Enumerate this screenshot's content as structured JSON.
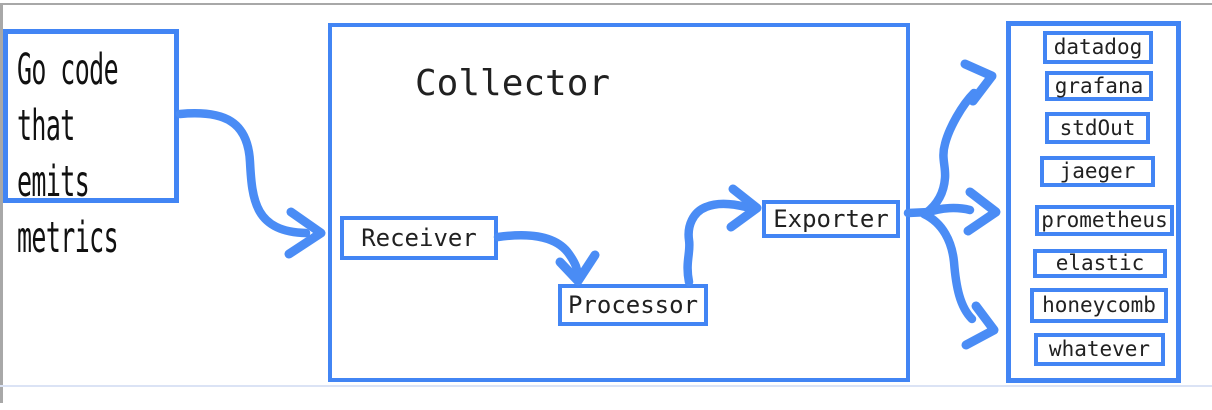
{
  "source_note": {
    "lines": [
      "Go code",
      "that emits",
      "metrics"
    ],
    "full_text": "Go code that emits metrics"
  },
  "collector": {
    "title": "Collector",
    "components": [
      {
        "label": "Receiver"
      },
      {
        "label": "Processor"
      },
      {
        "label": "Exporter"
      }
    ]
  },
  "exporters_panel": {
    "items": [
      "datadog",
      "grafana",
      "stdOut",
      "jaeger",
      "prometheus",
      "elastic",
      "honeycomb",
      "whatever"
    ]
  },
  "arrows": [
    {
      "name": "source-to-collector",
      "from": "source_note",
      "to": "Receiver"
    },
    {
      "name": "receiver-to-processor",
      "from": "Receiver",
      "to": "Processor"
    },
    {
      "name": "processor-to-exporter",
      "from": "Processor",
      "to": "Exporter"
    },
    {
      "name": "exporter-fanout",
      "from": "Exporter",
      "to": "exporters_panel",
      "branches": 3
    }
  ],
  "colors": {
    "accent": "#4285f4",
    "arrow": "#4a8cf5",
    "ink": "#212121",
    "edge": "#a8a8a8",
    "faint": "#dbe3f5"
  }
}
